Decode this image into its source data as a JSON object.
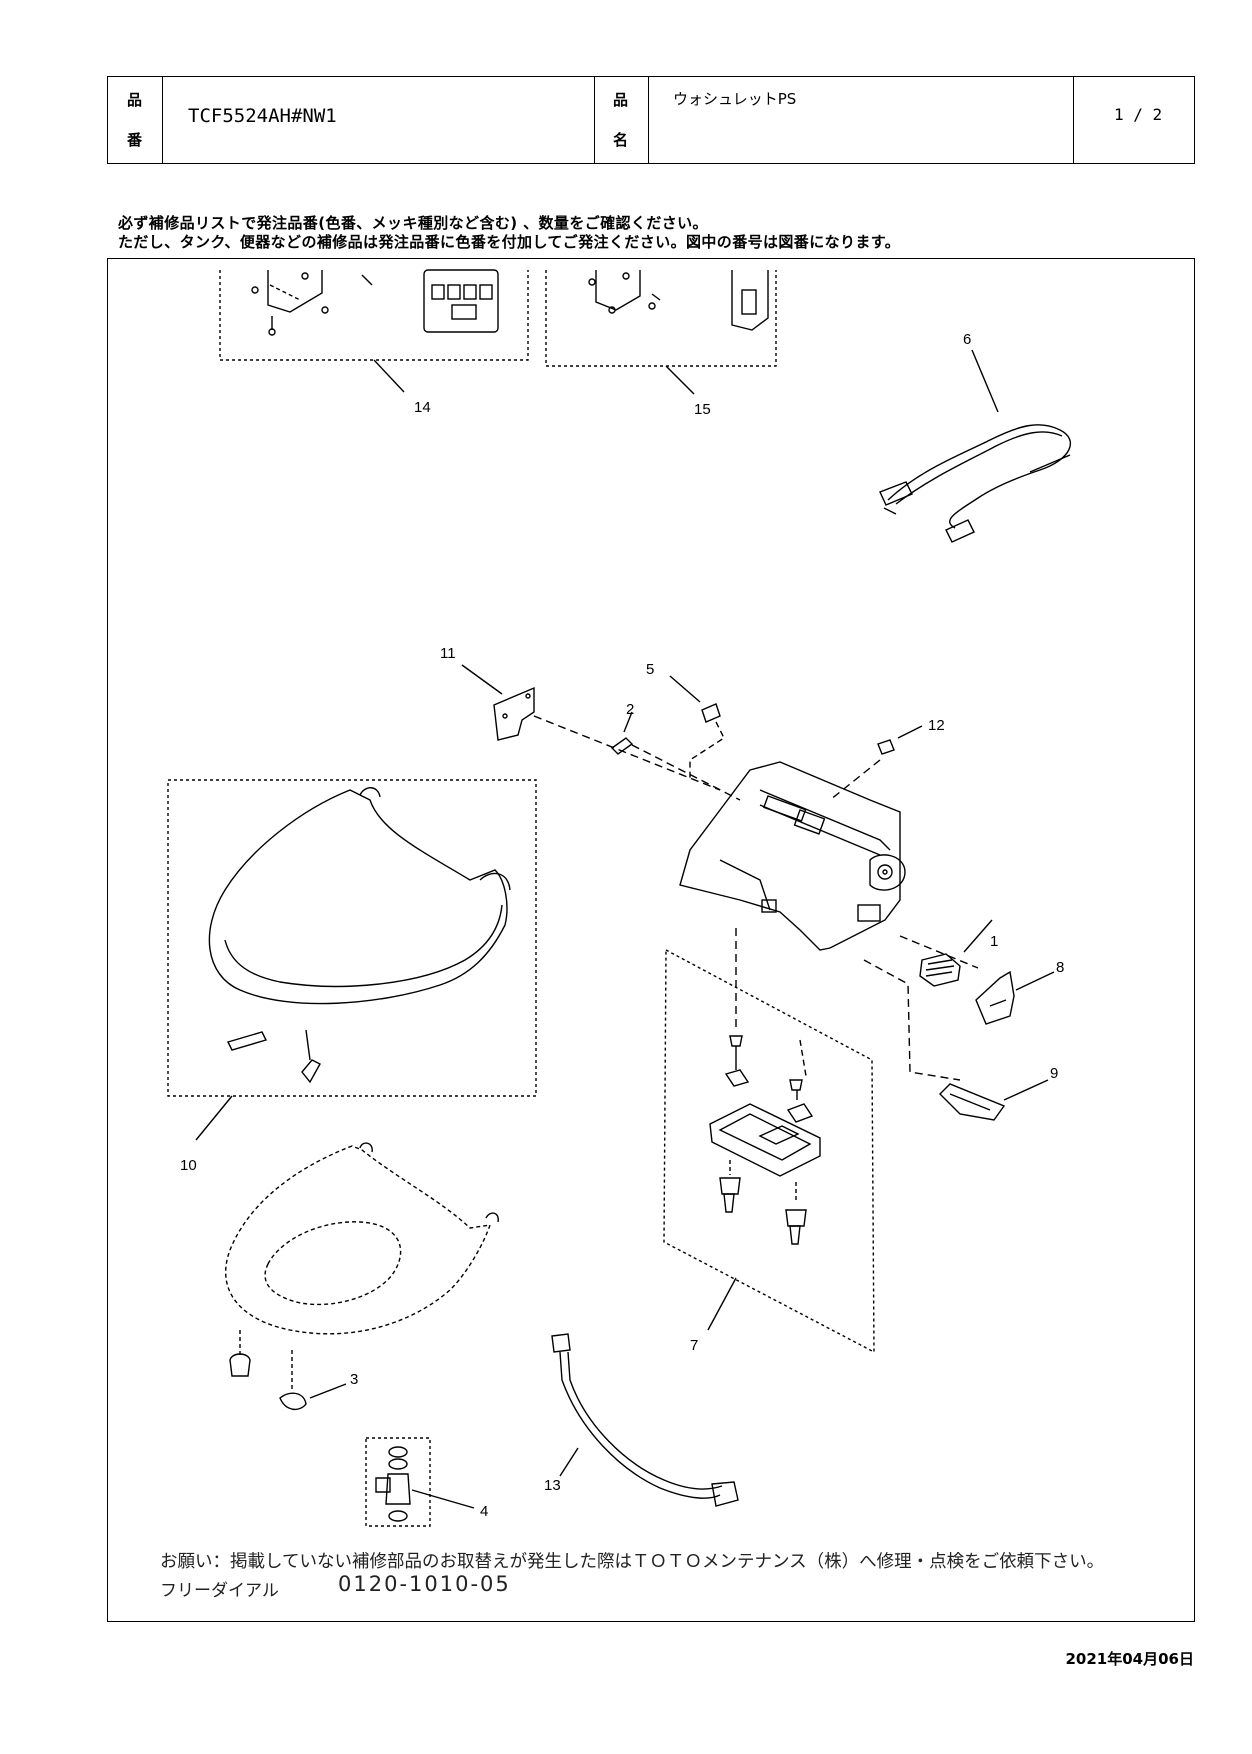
{
  "header": {
    "part_no_label_top": "品",
    "part_no_label_bottom": "番",
    "part_no": "TCF5524AH#NW1",
    "name_label_top": "品",
    "name_label_bottom": "名",
    "product_name": "ウォシュレットPS",
    "page": "1 / 2"
  },
  "notice": {
    "line1": "必ず補修品リストで発注品番(色番、メッキ種別など含む) 、数量をご確認ください。",
    "line2": "ただし、タンク、便器などの補修品は発注品番に色番を付加してご発注ください。図中の番号は図番になります。"
  },
  "callouts": [
    {
      "id": "callout-1",
      "text": "1"
    },
    {
      "id": "callout-2",
      "text": "2"
    },
    {
      "id": "callout-3",
      "text": "3"
    },
    {
      "id": "callout-4",
      "text": "4"
    },
    {
      "id": "callout-5",
      "text": "5"
    },
    {
      "id": "callout-6",
      "text": "6"
    },
    {
      "id": "callout-7",
      "text": "7"
    },
    {
      "id": "callout-8",
      "text": "8"
    },
    {
      "id": "callout-9",
      "text": "9"
    },
    {
      "id": "callout-10",
      "text": "10"
    },
    {
      "id": "callout-11",
      "text": "11"
    },
    {
      "id": "callout-12",
      "text": "12"
    },
    {
      "id": "callout-13",
      "text": "13"
    },
    {
      "id": "callout-14",
      "text": "14"
    },
    {
      "id": "callout-15",
      "text": "15"
    }
  ],
  "footer": {
    "request": "お願い：掲載していない補修部品のお取替えが発生した際はＴＯＴＯメンテナンス（株）へ修理・点検をご依頼下さい。",
    "freedial_label": "フリーダイアル",
    "freedial_number": "0120-1010-05"
  },
  "date": "2021年04月06日"
}
